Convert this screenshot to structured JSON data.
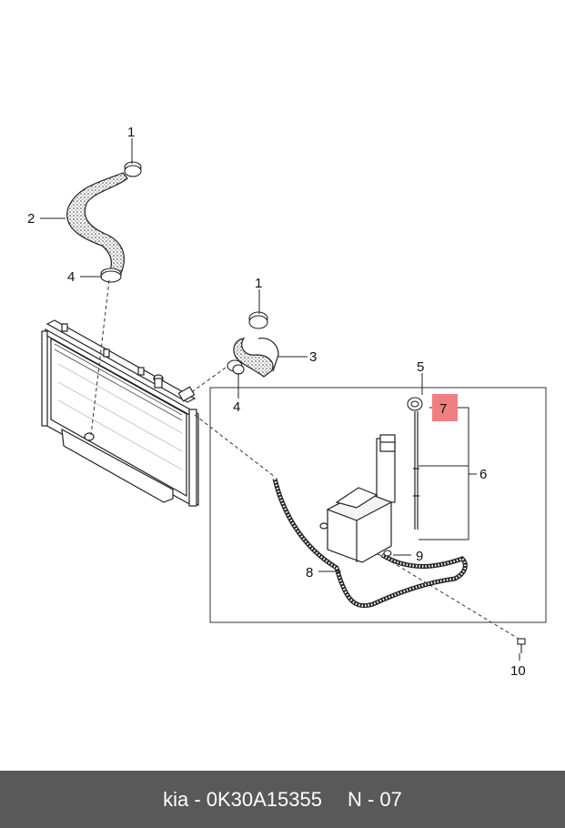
{
  "diagram": {
    "callouts": {
      "c1_upper": "1",
      "c2": "2",
      "c4_upper": "4",
      "c1_lower": "1",
      "c3": "3",
      "c4_lower": "4",
      "c5": "5",
      "c6": "6",
      "c7": "7",
      "c8": "8",
      "c9": "9",
      "c10": "10"
    },
    "highlight_color": "#f08080"
  },
  "footer": {
    "part_text": "kia - 0K30A15355",
    "ref_text": "N - 07"
  }
}
